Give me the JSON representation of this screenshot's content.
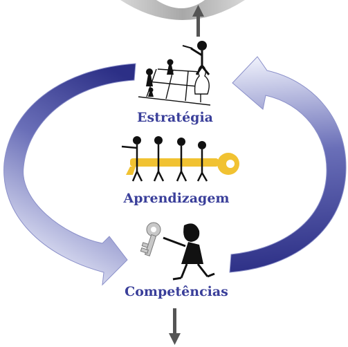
{
  "diagram": {
    "labels": {
      "estrategia": "Estratégia",
      "aprendizagem": "Aprendizagem",
      "competencias": "Competências"
    },
    "colors": {
      "label_text": "#3a3f9a",
      "arrow_dark": "#2c2f86",
      "arrow_light": "#eef0fb",
      "top_ring": "#b5b5b5",
      "key": "#f1c232",
      "figure": "#111111"
    },
    "icons": {
      "strategy": "chess-strategy-icon",
      "learning": "people-carrying-key-icon",
      "competence": "person-holding-key-icon"
    }
  }
}
